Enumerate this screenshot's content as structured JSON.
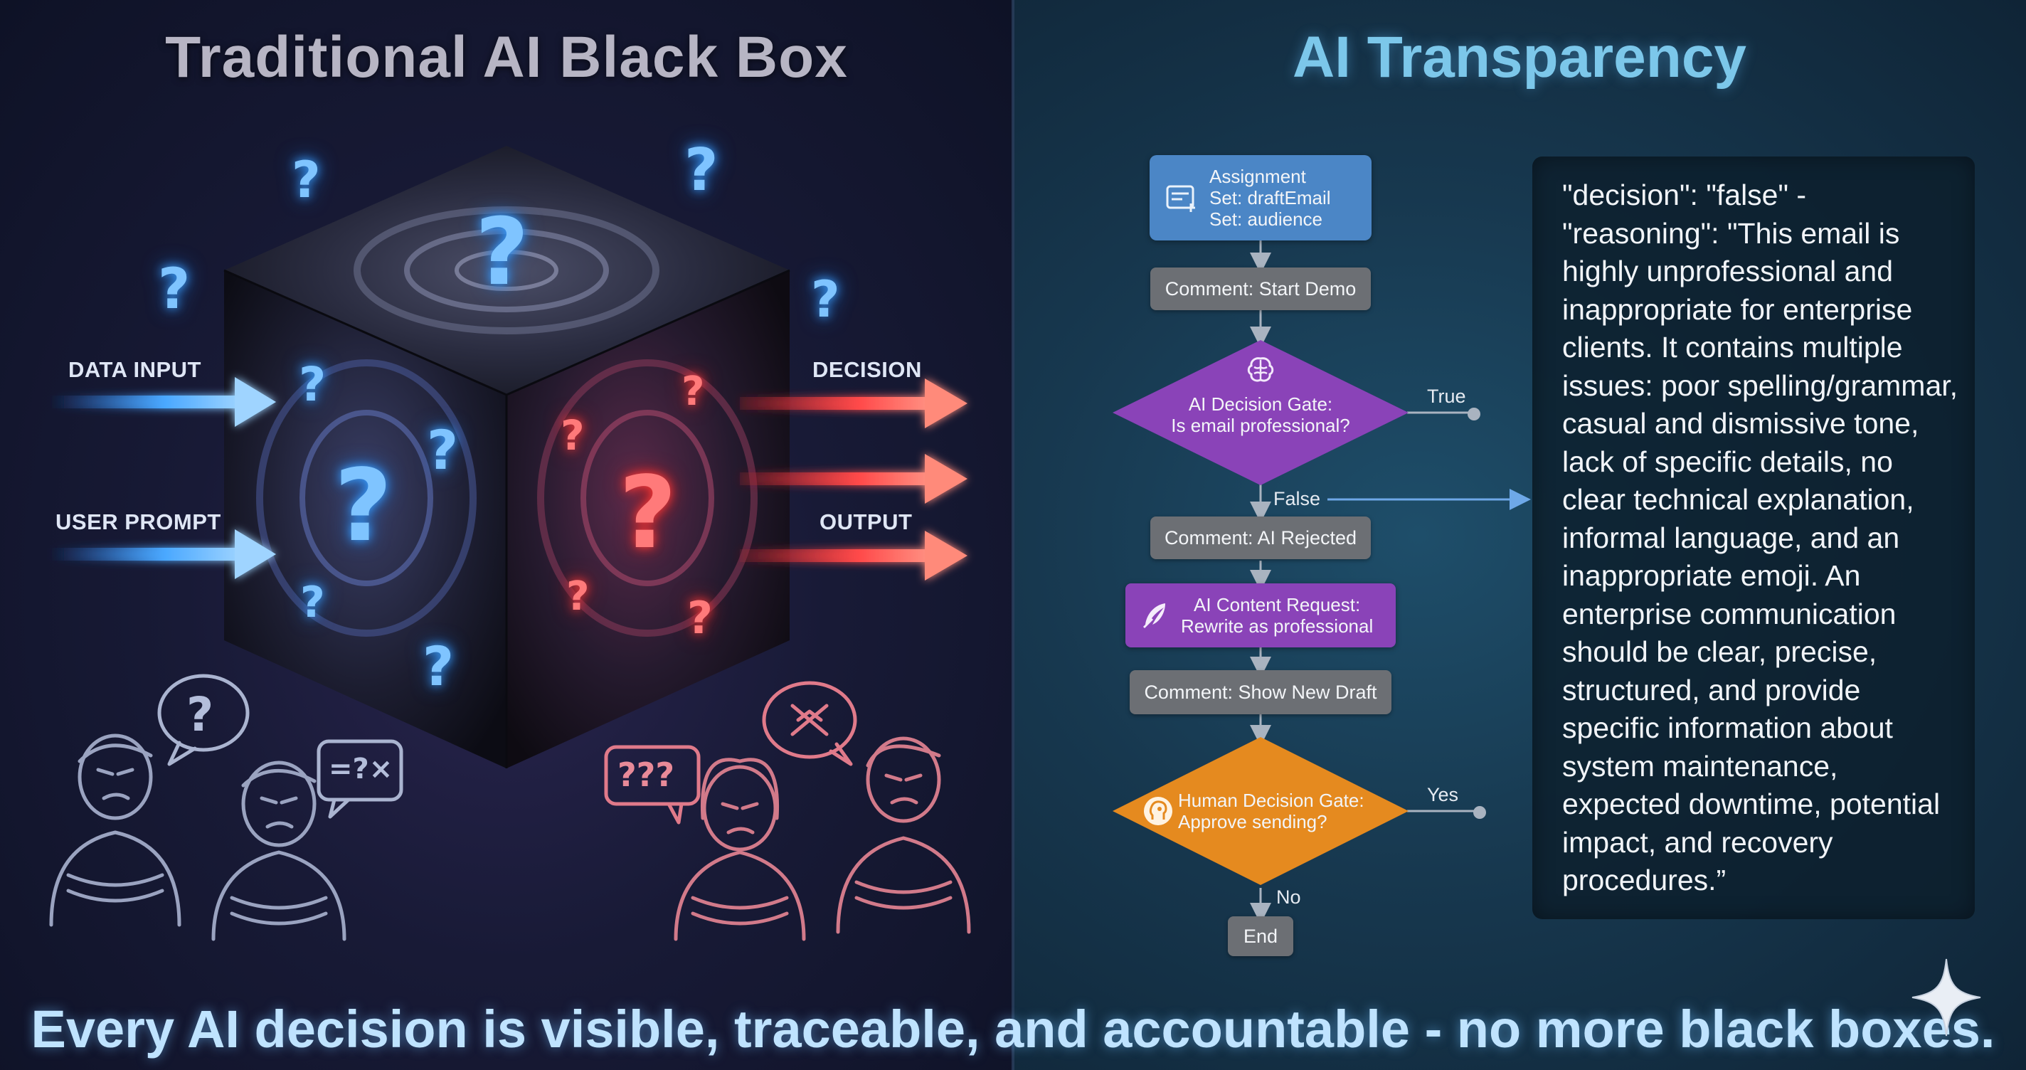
{
  "left_panel": {
    "title": "Traditional AI Black Box",
    "labels": {
      "data_input": "DATA INPUT",
      "user_prompt": "USER PROMPT",
      "decision": "DECISION",
      "output": "OUTPUT"
    },
    "question_mark": "?",
    "bubbles": {
      "left_1": "?",
      "left_2": "=?×",
      "right_1": "???"
    }
  },
  "right_panel": {
    "title": "AI Transparency",
    "flow": {
      "assignment": {
        "line1": "Assignment",
        "line2": "Set: draftEmail",
        "line3": "Set: audience"
      },
      "comment_start": "Comment: Start Demo",
      "ai_gate": {
        "line1": "AI Decision Gate:",
        "line2": "Is email professional?"
      },
      "true_label": "True",
      "false_label": "False",
      "comment_rejected": "Comment: AI Rejected",
      "content_request": {
        "line1": "AI Content Request:",
        "line2": "Rewrite as professional"
      },
      "comment_new_draft": "Comment: Show New Draft",
      "human_gate": {
        "line1": "Human Decision Gate:",
        "line2": "Approve sending?"
      },
      "yes_label": "Yes",
      "no_label": "No",
      "end": "End"
    },
    "reasoning": "\"decision\": \"false\" - \"reasoning\": \"This email is highly unprofessional and inappropriate for enterprise clients. It contains multiple issues: poor spelling/grammar, casual and dismissive tone, lack of specific details, no clear technical explanation, informal language, and an inappropriate emoji. An enterprise communication should be clear, precise, structured, and provide specific information about system maintenance, expected downtime, potential impact, and recovery procedures.”"
  },
  "footer": "Every AI decision is visible, traceable, and accountable - no more black boxes.",
  "colors": {
    "blue_glow": "#4aa8ff",
    "red_glow": "#ff4a4a",
    "gate_purple": "#8a43b8",
    "gate_orange": "#e58a1f",
    "assignment_blue": "#4b86c6"
  }
}
